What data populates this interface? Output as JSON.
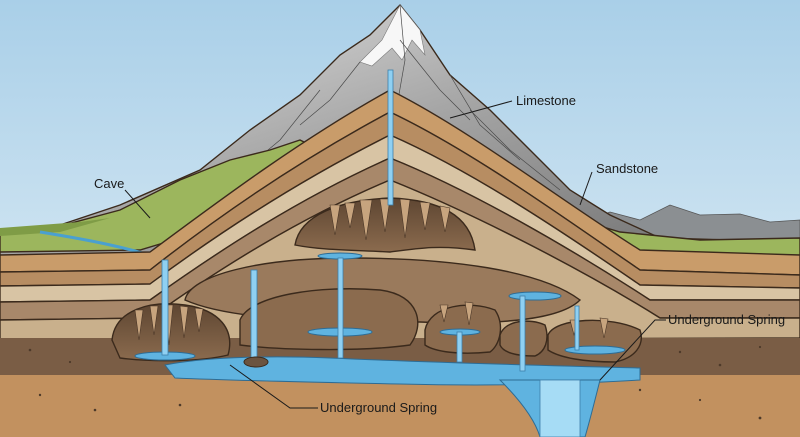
{
  "labels": {
    "cave": "Cave",
    "limestone": "Limestone",
    "sandstone": "Sandstone",
    "spring_right": "Underground Spring",
    "spring_bottom": "Underground Spring"
  },
  "colors": {
    "sky_top": "#a9cfe8",
    "sky_bottom": "#e6f1f7",
    "mountain_rock": "#8a8a8a",
    "mountain_snow": "#f2f2f2",
    "grass": "#9bb35c",
    "water": "#5fb3e0",
    "cave_dark": "#6b5440",
    "bedrock": "#a07b55"
  }
}
